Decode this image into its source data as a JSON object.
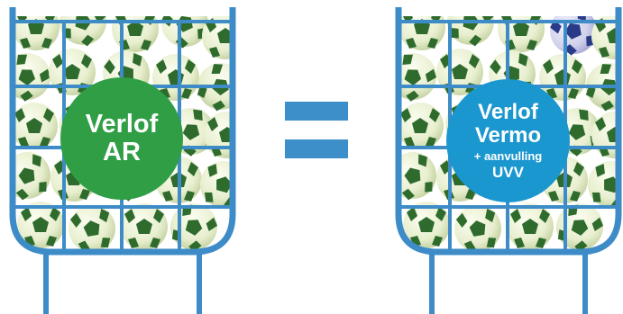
{
  "left_badge": {
    "line1": "Verlof",
    "line2": "AR",
    "color": "#2f9e45"
  },
  "right_badge": {
    "line1": "Verlof",
    "line2": "Vermo",
    "line3": "+ aanvulling",
    "line4": "UVV",
    "color": "#1b97cf"
  },
  "equals_sign": {
    "color": "#3c8fc8"
  },
  "basket": {
    "color": "#3d8cc8",
    "content": "soccer-balls"
  }
}
